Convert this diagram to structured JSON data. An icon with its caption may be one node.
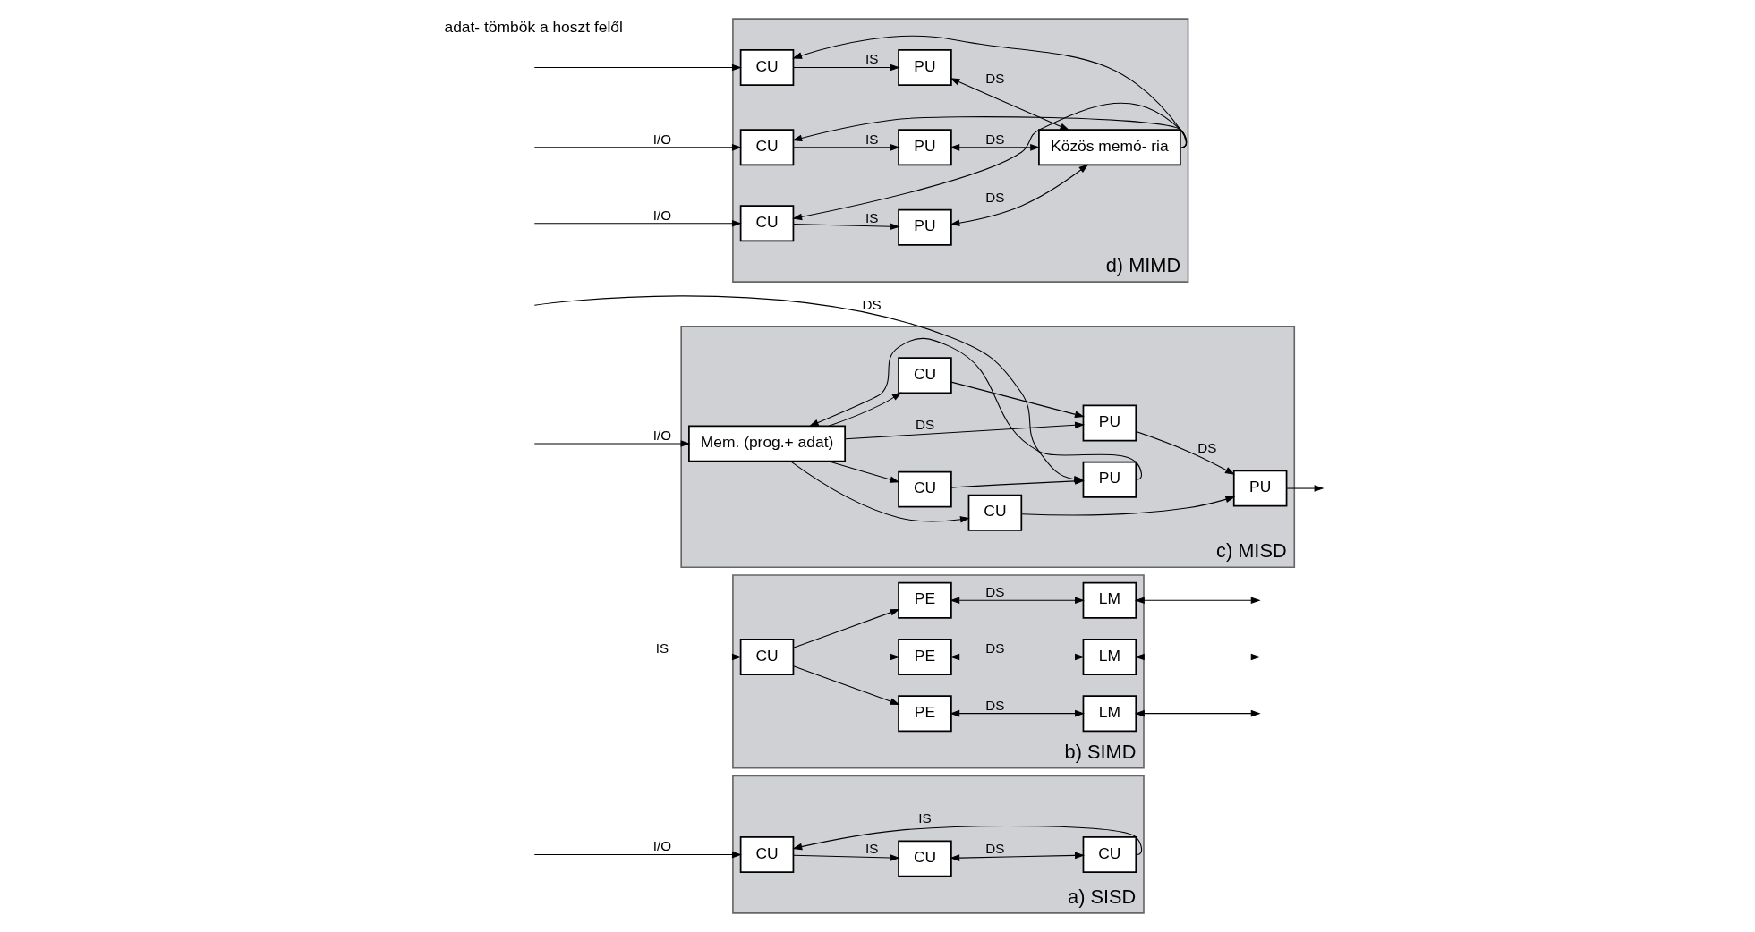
{
  "diagram": {
    "nodes": [
      {
        "text": [
          "a) SISD"
        ]
      },
      {
        "text": [
          "CU"
        ],
        "in": 0
      },
      {
        "text": [
          "CU"
        ],
        "in": 0
      },
      {
        "text": [
          "CU"
        ],
        "in": 0
      },
      {
        "text": [
          "b) SIMD"
        ]
      },
      {
        "text": [
          "CU"
        ],
        "in": 4
      },
      {
        "text": [
          "PE"
        ],
        "in": 4
      },
      {
        "text": [
          "LM"
        ],
        "in": 4
      },
      {
        "text": [
          "PE"
        ],
        "in": 4
      },
      {
        "text": [
          "LM"
        ],
        "in": 4
      },
      {
        "text": [
          "PE"
        ],
        "in": 4
      },
      {
        "text": [
          "LM"
        ],
        "in": 4
      },
      {
        "text": [
          "c) MISD"
        ]
      },
      {
        "text": [
          "Mem. (prog.+ adat)"
        ],
        "in": 12
      },
      {
        "text": [
          "CU"
        ],
        "in": 12
      },
      {
        "text": [
          "CU"
        ],
        "in": 12
      },
      {
        "text": [
          "CU"
        ],
        "in": 12
      },
      {
        "text": [
          "PU"
        ],
        "in": 12
      },
      {
        "text": [
          "PU"
        ],
        "in": 12
      },
      {
        "text": [
          "PU"
        ],
        "in": 12
      },
      {
        "text": [
          "d) MIMD"
        ]
      },
      {
        "text": [
          "CU"
        ],
        "in": 20
      },
      {
        "text": [
          "PU"
        ],
        "in": 20
      },
      {
        "text": [
          "CU"
        ],
        "in": 20
      },
      {
        "text": [
          "PU"
        ],
        "in": 20
      },
      {
        "text": [
          "CU"
        ],
        "in": 20
      },
      {
        "text": [
          "PU"
        ],
        "in": 20
      },
      {
        "text": [
          "Közös memó- ria"
        ],
        "in": 20
      }
    ],
    "edges": [
      {
        "from": null,
        "to": 1,
        "arrow": "to",
        "label": "I/O"
      },
      {
        "from": 1,
        "to": 2,
        "arrow": "to",
        "label": "IS"
      },
      {
        "from": 2,
        "to": 3,
        "arrow": "both",
        "label": "DS"
      },
      {
        "from": 3,
        "to": 1,
        "arrow": "to",
        "label": "IS"
      },
      {
        "from": null,
        "to": 5,
        "arrow": "to",
        "label": "IS"
      },
      {
        "from": 5,
        "to": 6,
        "arrow": "to"
      },
      {
        "from": 5,
        "to": 8,
        "arrow": "to"
      },
      {
        "from": 5,
        "to": 10,
        "arrow": "to"
      },
      {
        "from": 6,
        "to": 7,
        "arrow": "both",
        "label": "DS"
      },
      {
        "from": 8,
        "to": 9,
        "arrow": "both",
        "label": "DS"
      },
      {
        "from": 10,
        "to": 11,
        "arrow": "both",
        "label": "DS"
      },
      {
        "from": 7,
        "to": null,
        "arrow": "both"
      },
      {
        "from": 9,
        "to": null,
        "arrow": "both"
      },
      {
        "from": 11,
        "to": null,
        "arrow": "both"
      },
      {
        "from": 13,
        "to": 14,
        "arrow": "to"
      },
      {
        "from": 13,
        "to": 15,
        "arrow": "to"
      },
      {
        "from": 13,
        "to": 16,
        "arrow": "to"
      },
      {
        "from": 14,
        "to": 17,
        "arrow": "to"
      },
      {
        "from": 15,
        "to": 18,
        "arrow": "to"
      },
      {
        "from": 16,
        "to": 19,
        "arrow": "to"
      },
      {
        "from": 13,
        "to": 17,
        "arrow": "to",
        "label": "DS"
      },
      {
        "from": 17,
        "to": 18,
        "arrow": "to",
        "label": "DS"
      },
      {
        "from": 18,
        "to": null,
        "arrow": "to"
      },
      {
        "from": null,
        "to": 19,
        "arrow": "to",
        "label": "DS"
      },
      {
        "from": 19,
        "to": 13,
        "arrow": "to"
      },
      {
        "from": null,
        "to": 13,
        "arrow": "to",
        "label": "I/O"
      },
      {
        "from": 21,
        "to": 22,
        "arrow": "to",
        "label": "IS"
      },
      {
        "from": 22,
        "to": 27,
        "arrow": "both",
        "label": "DS"
      },
      {
        "from": 23,
        "to": 24,
        "arrow": "to",
        "label": "IS"
      },
      {
        "from": 24,
        "to": 27,
        "arrow": "both",
        "label": "DS"
      },
      {
        "from": 25,
        "to": 26,
        "arrow": "to",
        "label": "IS"
      },
      {
        "from": 26,
        "to": 27,
        "arrow": "both",
        "label": "DS"
      },
      {
        "from": 27,
        "to": 21,
        "arrow": "to"
      },
      {
        "from": 27,
        "to": 23,
        "arrow": "to"
      },
      {
        "from": 27,
        "to": 25,
        "arrow": "to"
      },
      {
        "from": null,
        "to": 21,
        "arrow": "to"
      },
      {
        "from": null,
        "to": 23,
        "arrow": "to",
        "label": "I/O"
      },
      {
        "from": null,
        "to": 25,
        "arrow": "to",
        "label": "I/O"
      }
    ],
    "labels": [
      "adat- tömbök a hoszt felől"
    ]
  }
}
